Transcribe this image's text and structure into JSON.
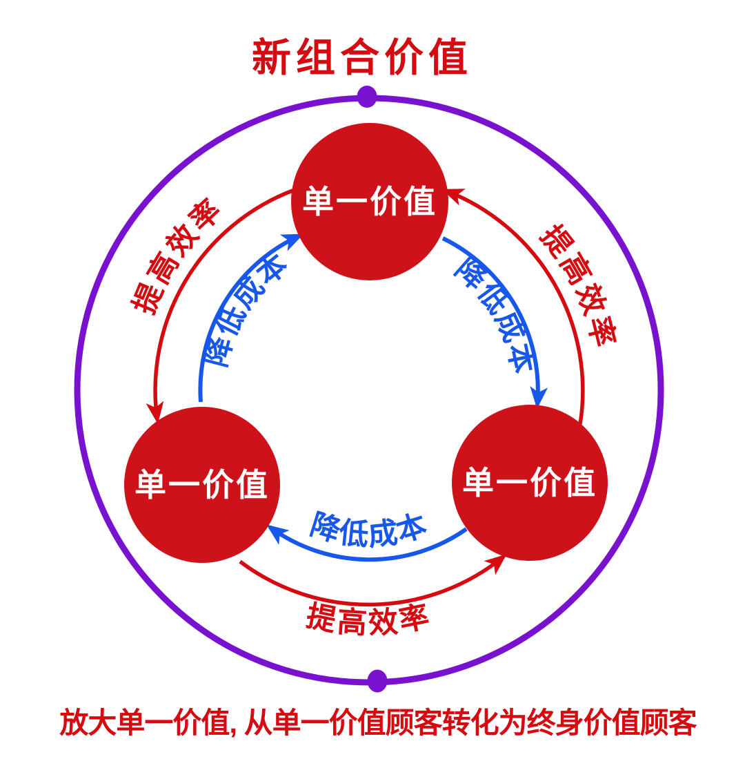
{
  "title": "新组合价值",
  "caption": "放大单一价值, 从单一价值顾客转化为终身价值顾客",
  "colors": {
    "red": "#D40B11",
    "node_red": "#CE1219",
    "blue": "#1757E9",
    "purple": "#7812CE",
    "white": "#FFFFFF"
  },
  "nodes": [
    {
      "id": "top",
      "label": "单一价值"
    },
    {
      "id": "bottom-left",
      "label": "单一价值"
    },
    {
      "id": "bottom-right",
      "label": "单一价值"
    }
  ],
  "edges": {
    "outer": [
      {
        "position": "left",
        "from": "top",
        "to": "bottom-left",
        "label": "提高效率"
      },
      {
        "position": "right",
        "from": "bottom-right",
        "to": "top",
        "label": "提高效率"
      },
      {
        "position": "bottom",
        "from": "bottom-left",
        "to": "bottom-right",
        "label": "提高效率"
      }
    ],
    "inner": [
      {
        "position": "left",
        "from": "bottom-left",
        "to": "top",
        "label": "降低成本"
      },
      {
        "position": "right",
        "from": "top",
        "to": "bottom-right",
        "label": "降低成本"
      },
      {
        "position": "bottom",
        "from": "bottom-right",
        "to": "bottom-left",
        "label": "降低成本"
      }
    ]
  }
}
